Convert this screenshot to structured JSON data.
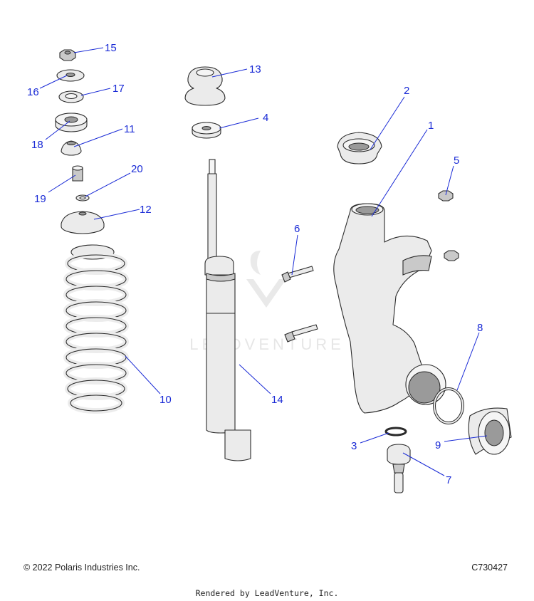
{
  "diagram": {
    "watermark": "LEADVENTURE",
    "callouts": [
      "15",
      "13",
      "16",
      "17",
      "4",
      "2",
      "18",
      "11",
      "1",
      "5",
      "20",
      "19",
      "12",
      "6",
      "8",
      "10",
      "14",
      "3",
      "9",
      "7"
    ]
  },
  "footer": {
    "copyright": "© 2022 Polaris Industries Inc.",
    "part_code": "C730427",
    "rendered_by": "Rendered by LeadVenture, Inc."
  }
}
